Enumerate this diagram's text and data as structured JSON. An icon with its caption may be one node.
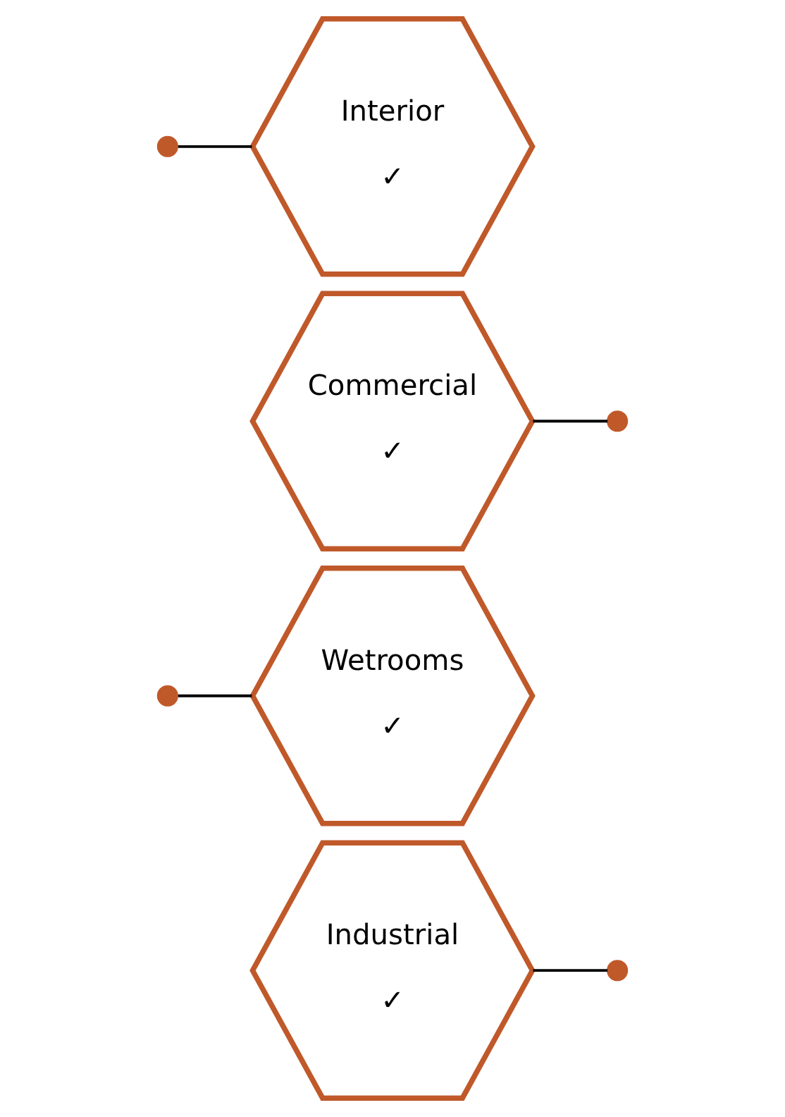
{
  "diagram": {
    "nodes": [
      {
        "text": [],
        "shape": "circle"
      },
      {
        "text": [
          "Interior",
          "✓"
        ]
      },
      {
        "text": [
          "Commercial",
          "✓"
        ]
      },
      {
        "text": [],
        "shape": "circle"
      },
      {
        "text": [],
        "shape": "circle"
      },
      {
        "text": [
          "Wetrooms",
          "✓"
        ]
      },
      {
        "text": [
          "Industrial",
          "✓"
        ]
      },
      {
        "text": [],
        "shape": "circle"
      }
    ],
    "edges": [
      {
        "from": 0,
        "to": 1,
        "arrow": "none"
      },
      {
        "from": 2,
        "to": 3,
        "arrow": "none"
      },
      {
        "from": 4,
        "to": 5,
        "arrow": "none"
      },
      {
        "from": 6,
        "to": 7,
        "arrow": "none"
      }
    ]
  }
}
